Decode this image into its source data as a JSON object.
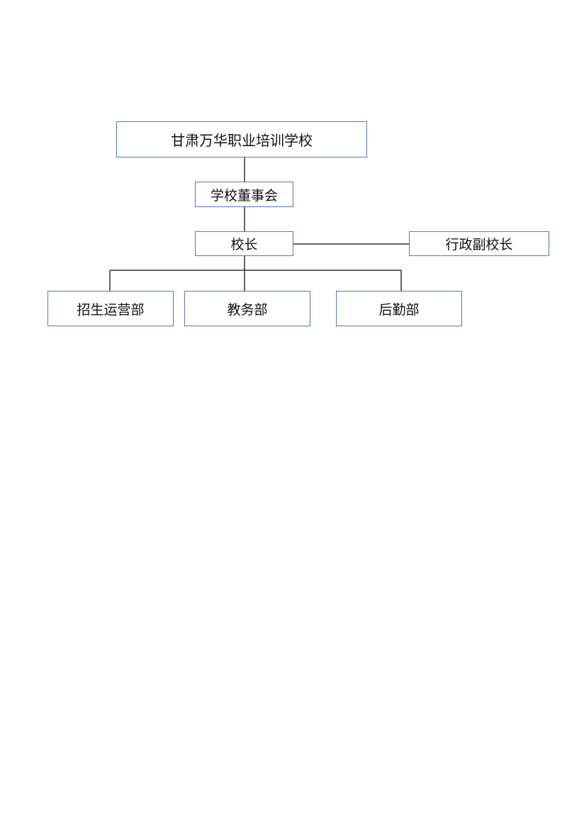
{
  "org_chart": {
    "root": "甘肃万华职业培训学校",
    "board": "学校董事会",
    "principal": "校长",
    "vice_principal": "行政副校长",
    "departments": [
      "招生运营部",
      "教务部",
      "后勤部"
    ]
  },
  "colors": {
    "node_border": "#4a7bb7",
    "connector": "#333333",
    "text": "#111111",
    "background": "#ffffff"
  }
}
